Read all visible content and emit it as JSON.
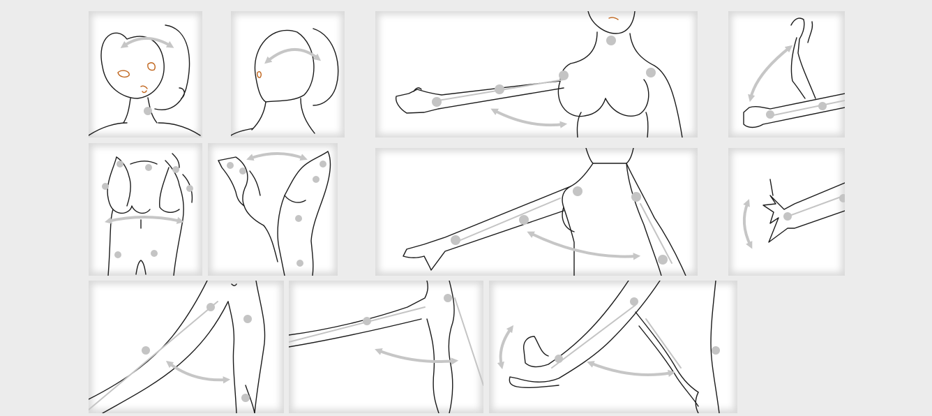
{
  "panels": [
    {
      "id": "head-turn",
      "icon": "head-rotation-diagram"
    },
    {
      "id": "head-tilt",
      "icon": "head-tilt-diagram"
    },
    {
      "id": "arm-swing",
      "icon": "shoulder-arm-swing-diagram"
    },
    {
      "id": "elbow-bend",
      "icon": "elbow-bend-diagram"
    },
    {
      "id": "torso-twist",
      "icon": "torso-twist-diagram"
    },
    {
      "id": "torso-bend",
      "icon": "torso-side-bend-diagram"
    },
    {
      "id": "arm-lower",
      "icon": "arm-lower-swing-diagram"
    },
    {
      "id": "wrist-bend",
      "icon": "wrist-bend-diagram"
    },
    {
      "id": "hip-swing",
      "icon": "hip-leg-swing-diagram"
    },
    {
      "id": "knee-bend",
      "icon": "knee-bend-diagram"
    },
    {
      "id": "ankle-bend",
      "icon": "ankle-bend-diagram"
    }
  ],
  "colors": {
    "background": "#ececec",
    "panel": "#ffffff",
    "line_art": "#1a1a1a",
    "face_features": "#c0651c",
    "joints_and_arrows": "#c4c4c4"
  }
}
